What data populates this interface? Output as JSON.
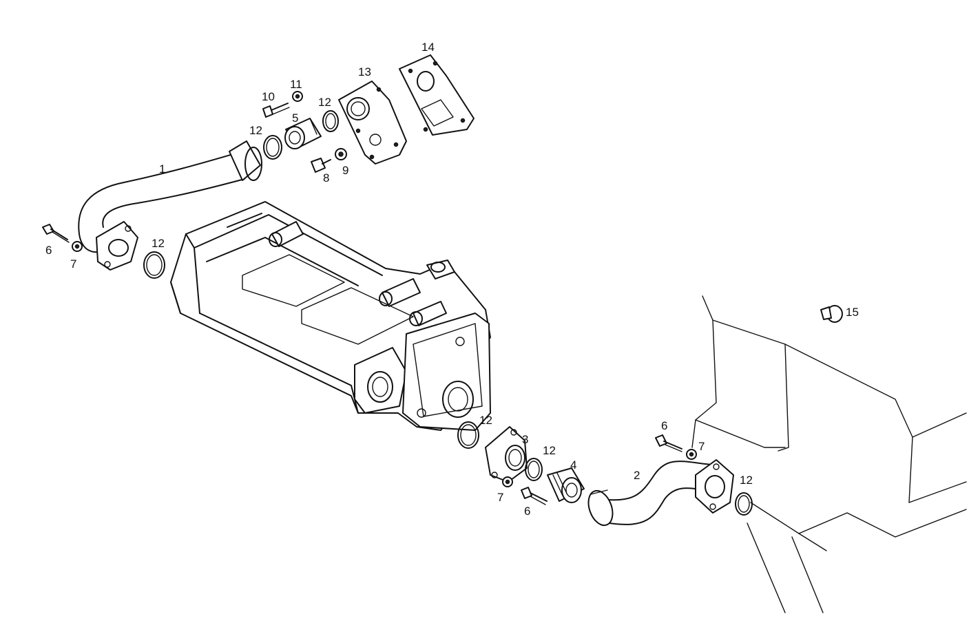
{
  "callouts": {
    "c1": "1",
    "c2": "2",
    "c3": "3",
    "c4": "4",
    "c5": "5",
    "c6a": "6",
    "c6b": "6",
    "c6c": "6",
    "c7a": "7",
    "c7b": "7",
    "c7c": "7",
    "c8": "8",
    "c9": "9",
    "c10": "10",
    "c11": "11",
    "c12a": "12",
    "c12b": "12",
    "c12c": "12",
    "c12d": "12",
    "c12e": "12",
    "c12f": "12",
    "c13": "13",
    "c14": "14",
    "c15": "15"
  }
}
